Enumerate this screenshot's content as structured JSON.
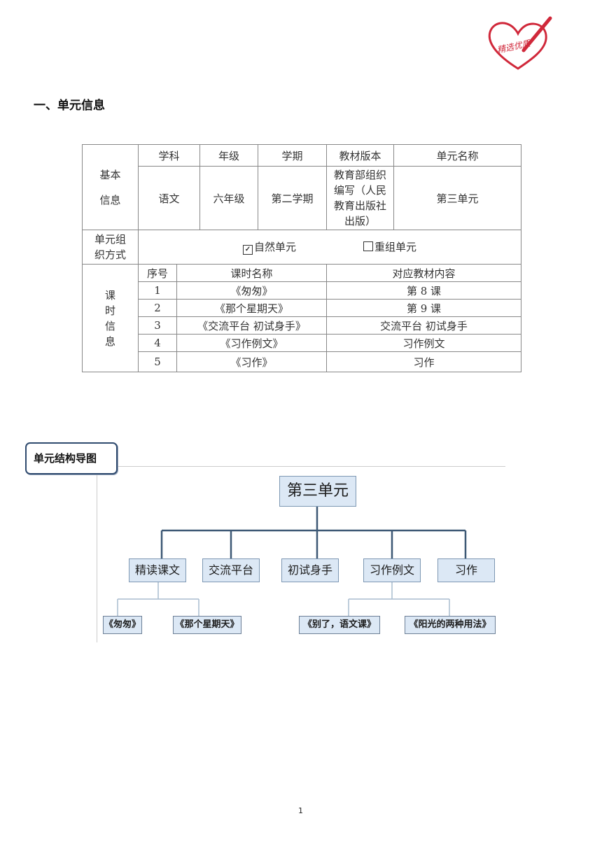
{
  "logo": {
    "text": "精选优质",
    "icon": "heart-pen-icon",
    "color": "#d0283a"
  },
  "section_title": "一、单元信息",
  "table": {
    "basic_label_1": "基本",
    "basic_label_2": "信息",
    "headers": [
      "学科",
      "年级",
      "学期",
      "教材版本",
      "单元名称"
    ],
    "values": [
      "语文",
      "六年级",
      "第二学期",
      "教育部组织编写（人民教育出版社出版）",
      "第三单元"
    ],
    "org_label": "单元组织方式",
    "org_natural": "自然单元",
    "org_natural_checked": true,
    "org_regroup": "重组单元",
    "org_regroup_checked": false,
    "lesson_label": "课时信息",
    "lesson_headers": [
      "序号",
      "课时名称",
      "对应教材内容"
    ],
    "lessons": [
      {
        "no": "1",
        "name": "《匆匆》",
        "content": "第 8 课"
      },
      {
        "no": "2",
        "name": "《那个星期天》",
        "content": "第 9 课"
      },
      {
        "no": "3",
        "name": "《交流平台 初试身手》",
        "content": "交流平台 初试身手"
      },
      {
        "no": "4",
        "name": "《习作例文》",
        "content": "习作例文"
      },
      {
        "no": "5",
        "name": "《习作》",
        "content": "习作"
      }
    ]
  },
  "structure": {
    "badge": "单元结构导图",
    "root": "第三单元",
    "level1": [
      "精读课文",
      "交流平台",
      "初试身手",
      "习作例文",
      "习作"
    ],
    "level2": [
      "《匆匆》",
      "《那个星期天》",
      "《别了，语文课》",
      "《阳光的两种用法》"
    ]
  },
  "page_number": "1"
}
